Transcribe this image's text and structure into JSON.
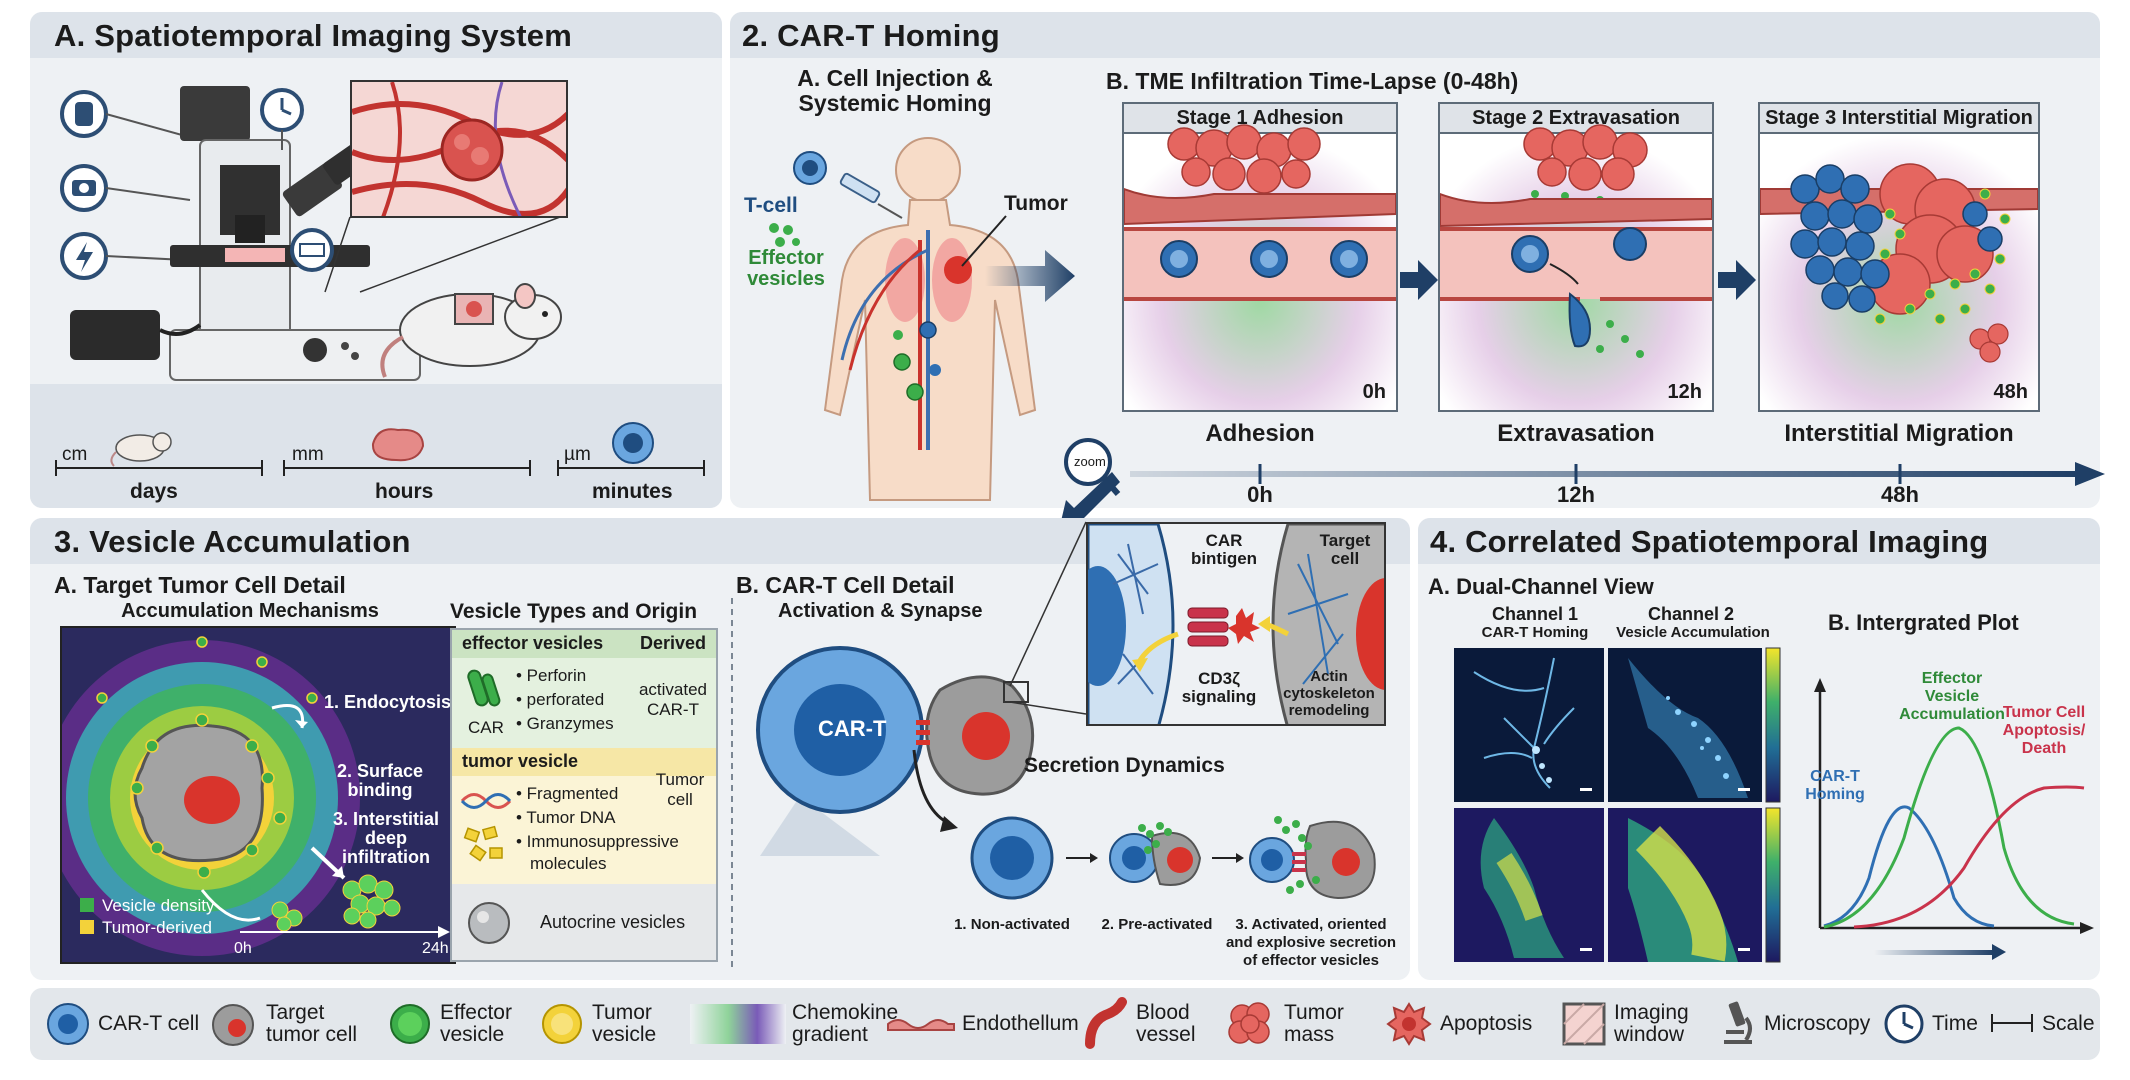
{
  "panel1": {
    "title": "A. Spatiotemporal Imaging System",
    "scales": [
      {
        "unit": "cm",
        "time": "days"
      },
      {
        "unit": "mm",
        "time": "hours"
      },
      {
        "unit": "µm",
        "time": "minutes"
      }
    ]
  },
  "panel2": {
    "title": "2. CAR-T Homing",
    "sectionA": {
      "title_line1": "A. Cell Injection &",
      "title_line2": "Systemic Homing",
      "tcell": "T-cell",
      "effector_line1": "Effector",
      "effector_line2": "vesicles",
      "tumor": "Tumor"
    },
    "sectionB": {
      "title": "B. TME Infiltration Time-Lapse (0-48h)",
      "stages": [
        {
          "header": "Stage 1  Adhesion",
          "time": "0h",
          "label": "Adhesion"
        },
        {
          "header": "Stage 2  Extravasation",
          "time": "12h",
          "label": "Extravasation"
        },
        {
          "header": "Stage 3  Interstitial Migration",
          "time": "48h",
          "label": "Interstitial Migration"
        }
      ],
      "zoom": "zoom",
      "axis_ticks": [
        "0h",
        "12h",
        "48h"
      ]
    }
  },
  "panel3": {
    "title": "3. Vesicle Accumulation",
    "sectionA": {
      "title": "A. Target Tumor Cell Detail",
      "subtitle": "Accumulation Mechanisms",
      "mechanisms": [
        "1. Endocytosis",
        "2. Surface",
        "binding",
        "3. Interstitial",
        "deep",
        "infiltration"
      ],
      "legend": [
        "Vesicle density",
        "Tumor-derived"
      ],
      "axis": [
        "0h",
        "24h"
      ]
    },
    "vesicle_types": {
      "title": "Vesicle Types and Origin",
      "effector_header": "effector vesicles",
      "derived_header": "Derived",
      "effector_items": [
        "• Perforin",
        "• perforated",
        "• Granzymes"
      ],
      "effector_icon_label": "CAR",
      "effector_origin_line1": "activated",
      "effector_origin_line2": "CAR-T",
      "tumor_header": "tumor vesicle",
      "tumor_items": [
        "• Fragmented",
        "• Tumor DNA",
        "• Immunosuppressive",
        "molecules"
      ],
      "tumor_origin_line1": "Tumor",
      "tumor_origin_line2": "cell",
      "autocrine": "Autocrine vesicles"
    },
    "sectionB": {
      "title": "B. CAR-T Cell Detail",
      "subtitle": "Activation & Synapse",
      "cart_label": "CAR-T",
      "synapse": {
        "car_line1": "CAR",
        "car_line2": "bintigen",
        "target_line1": "Target",
        "target_line2": "cell",
        "cd3_line1": "CD3ζ",
        "cd3_line2": "signaling",
        "actin_line1": "Actin",
        "actin_line2": "cytoskeleton",
        "actin_line3": "remodeling"
      },
      "secretion_title": "Secretion Dynamics",
      "steps": [
        "1. Non-activated",
        "2. Pre-activated",
        "3. Activated, oriented",
        "and explosive secretion",
        "of effector vesicles"
      ]
    }
  },
  "panel4": {
    "title": "4. Correlated Spatiotemporal Imaging",
    "sectionA": {
      "title": "A. Dual-Channel View",
      "ch1_title": "Channel 1",
      "ch1_sub": "CAR-T Homing",
      "ch2_title": "Channel 2",
      "ch2_sub": "Vesicle Accumulation"
    },
    "sectionB": {
      "title": "B. Intergrated Plot",
      "curve1_line1": "CAR-T",
      "curve1_line2": "Homing",
      "curve2_line1": "Effector",
      "curve2_line2": "Vesicle",
      "curve2_line3": "Accumulation",
      "curve3_line1": "Tumor Cell",
      "curve3_line2": "Apoptosis/",
      "curve3_line3": "Death"
    }
  },
  "legend": [
    {
      "icon": "cart-cell-icon",
      "line1": "CAR-T cell",
      "line2": ""
    },
    {
      "icon": "target-cell-icon",
      "line1": "Target",
      "line2": "tumor cell"
    },
    {
      "icon": "effector-vesicle-icon",
      "line1": "Effector",
      "line2": "vesicle"
    },
    {
      "icon": "tumor-vesicle-icon",
      "line1": "Tumor",
      "line2": "vesicle"
    },
    {
      "icon": "gradient-icon",
      "line1": "Chemokine",
      "line2": "gradient"
    },
    {
      "icon": "endothelium-icon",
      "line1": "Endothellum",
      "line2": ""
    },
    {
      "icon": "blood-vessel-icon",
      "line1": "Blood",
      "line2": "vessel"
    },
    {
      "icon": "tumor-mass-icon",
      "line1": "Tumor",
      "line2": "mass"
    },
    {
      "icon": "apoptosis-icon",
      "line1": "Apoptosis",
      "line2": ""
    },
    {
      "icon": "imaging-window-icon",
      "line1": "Imaging",
      "line2": "window"
    },
    {
      "icon": "microscope-icon",
      "line1": "Microscopy",
      "line2": ""
    },
    {
      "icon": "clock-icon",
      "line1": "Time",
      "line2": ""
    },
    {
      "icon": "scale-icon",
      "line1": "Scale",
      "line2": ""
    }
  ],
  "colors": {
    "cart_blue": "#2f6fb3",
    "tumor_red": "#d9534f",
    "effector_green": "#3cae4a",
    "tumor_yellow": "#f3d23a",
    "arrow_navy": "#1f3f66"
  }
}
